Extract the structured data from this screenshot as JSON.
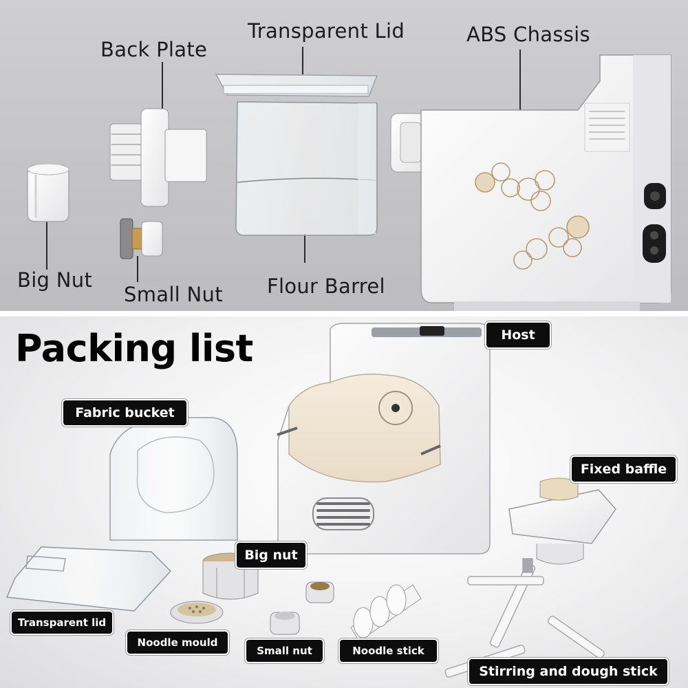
{
  "top_panel": {
    "labels": {
      "transparent_lid": "Transparent Lid",
      "abs_chassis": "ABS Chassis",
      "back_plate": "Back Plate",
      "big_nut": "Big Nut",
      "small_nut": "Small Nut",
      "flour_barrel": "Flour Barrel"
    }
  },
  "bottom_panel": {
    "heading": "Packing list",
    "tags": {
      "host": "Host",
      "fabric_bucket": "Fabric bucket",
      "fixed_baffle": "Fixed baffle",
      "big_nut": "Big nut",
      "transparent_lid": "Transparent lid",
      "noodle_mould": "Noodle mould",
      "small_nut": "Small nut",
      "noodle_stick": "Noodle stick",
      "stirring_dough_stick": "Stirring and dough stick"
    }
  },
  "colors": {
    "top_background": "#c6c6c8",
    "tag_background": "#0d0d0d",
    "tag_text": "#ffffff",
    "label_text": "#1c1c1c"
  }
}
